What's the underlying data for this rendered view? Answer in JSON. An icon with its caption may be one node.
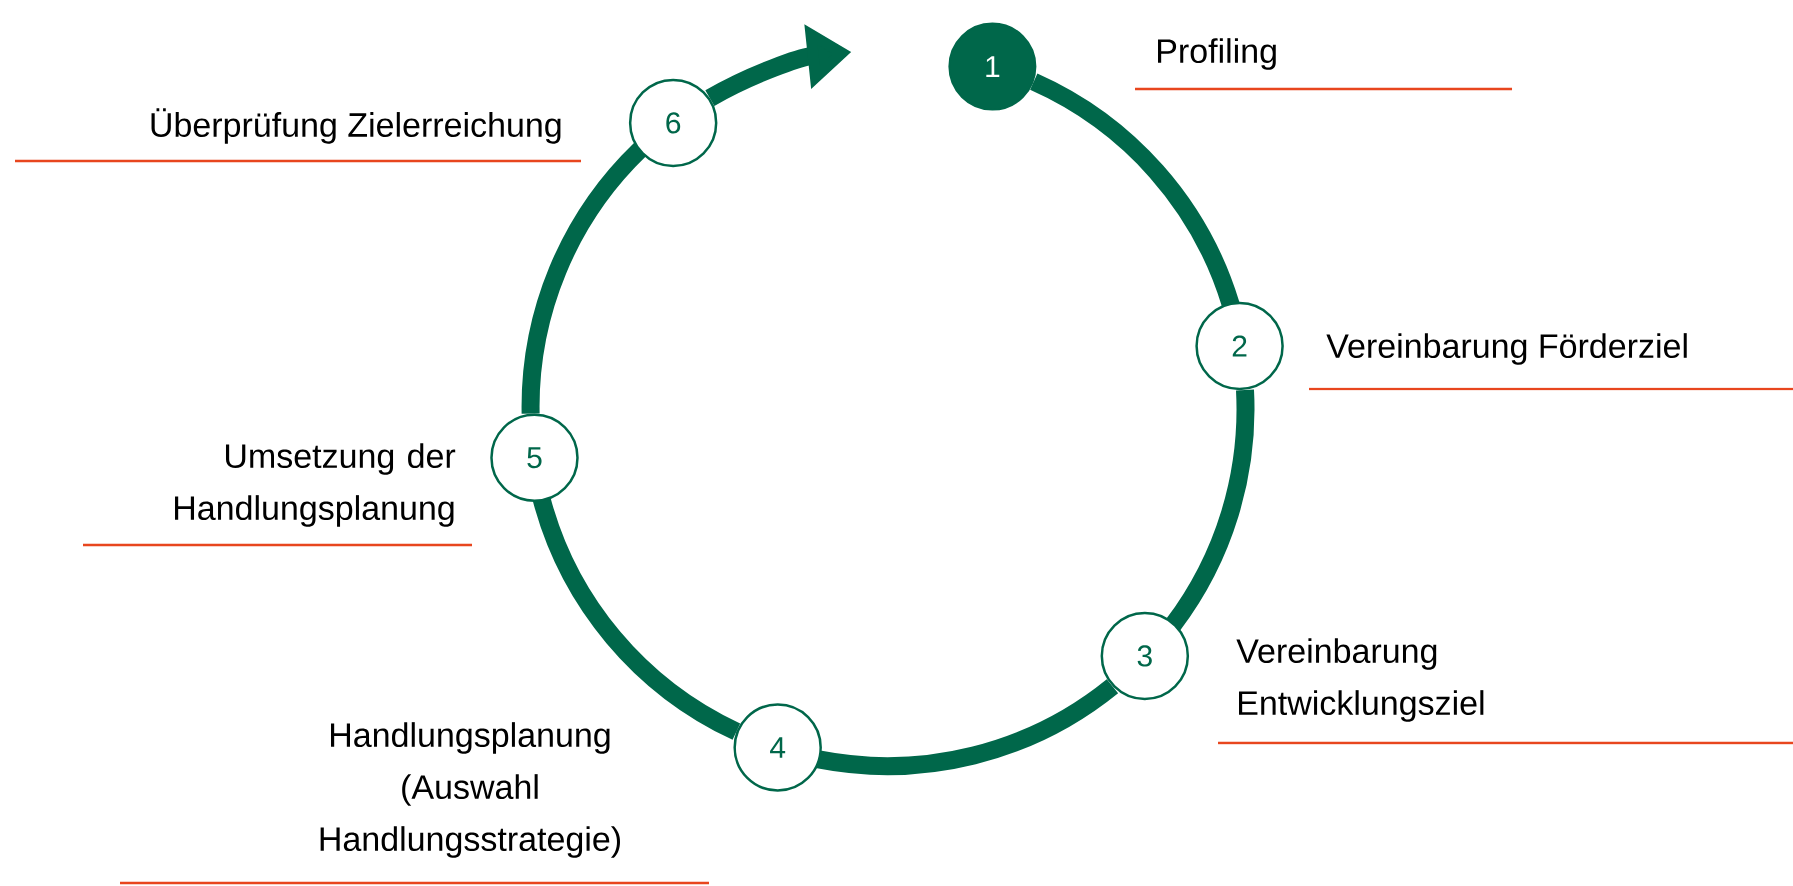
{
  "diagram": {
    "nodes": [
      {
        "text": [
          "1"
        ],
        "beside": [
          "Profiling"
        ]
      },
      {
        "text": [
          "2"
        ],
        "beside": [
          "Vereinbarung Förderziel"
        ]
      },
      {
        "text": [
          "3"
        ],
        "beside": [
          "Vereinbarung Entwicklungsziel"
        ]
      },
      {
        "text": [
          "4"
        ],
        "beside": [
          "Handlungsplanung (Auswahl Handlungsstrategie)"
        ]
      },
      {
        "text": [
          "5"
        ],
        "beside": [
          "Umsetzung der Handlungsplanung"
        ]
      },
      {
        "text": [
          "6"
        ],
        "beside": [
          "Überprüfung Zielerreichung"
        ]
      }
    ],
    "edges": [
      {
        "from": 0,
        "to": 1,
        "arrow": "none"
      },
      {
        "from": 1,
        "to": 2,
        "arrow": "none"
      },
      {
        "from": 2,
        "to": 3,
        "arrow": "none"
      },
      {
        "from": 3,
        "to": 4,
        "arrow": "none"
      },
      {
        "from": 4,
        "to": 5,
        "arrow": "none"
      },
      {
        "from": 5,
        "to": null,
        "arrow": "to"
      }
    ]
  }
}
